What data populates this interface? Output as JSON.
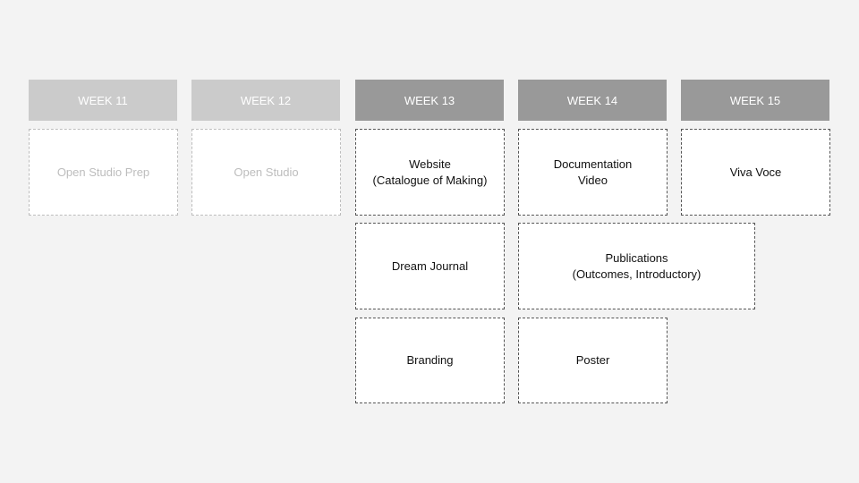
{
  "weeks": [
    {
      "label": "WEEK 11"
    },
    {
      "label": "WEEK 12"
    },
    {
      "label": "WEEK 13"
    },
    {
      "label": "WEEK 14"
    },
    {
      "label": "WEEK 15"
    }
  ],
  "tasks": {
    "open_studio_prep": "Open Studio Prep",
    "open_studio": "Open Studio",
    "website": "Website\n(Catalogue of Making)",
    "documentation_video": "Documentation\nVideo",
    "viva_voce": "Viva Voce",
    "dream_journal": "Dream Journal",
    "publications": "Publications\n(Outcomes, Introductory)",
    "branding": "Branding",
    "poster": "Poster"
  },
  "colors": {
    "past_header": "#cbcbcb",
    "current_header": "#999999",
    "background": "#f3f3f3"
  }
}
